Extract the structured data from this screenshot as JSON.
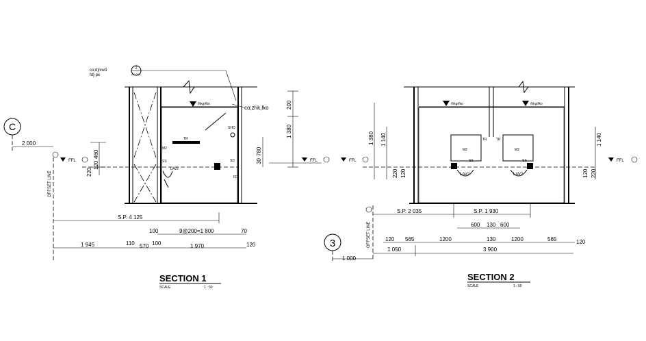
{
  "grid_marks": {
    "left": "C",
    "right": "3"
  },
  "section1": {
    "title": "SECTION  1",
    "scale_label": "SCALE",
    "scale_value": "1 : 50",
    "callout_number": "2",
    "callout_ref": "A7-03.1",
    "note_top_line1": "co;d]/vw3",
    "note_top_line2": "fd]-pe",
    "note_right": "co;zhk,lko",
    "level_tag": "/hkgrfko",
    "offset_line": "OFFSET LINE",
    "offset_dim": "2 000",
    "ffl_left": "FFL",
    "ffl_right": "FFL",
    "fixture_tr": "TR",
    "fixture_m2": "M2",
    "fixture_sho": "SHO",
    "fixture_sd": "SD",
    "fixture_ss": "SS",
    "fixture_lav": "LAV2",
    "fixture_fd": "FD",
    "dim_sp": "S.P. 4 125",
    "dim_100": "100",
    "dim_tiles": "9@200=1 800",
    "dim_70": "70",
    "dim_1945": "1 945",
    "dim_110": "110",
    "dim_570": "570",
    "dim_100b": "100",
    "dim_1970": "1 970",
    "dim_120": "120",
    "dim_460": "460",
    "dim_220": "220",
    "dim_120v": "120",
    "dim_200": "200",
    "dim_1380": "1 380",
    "dim_780": "780",
    "dim_30": "30"
  },
  "section2": {
    "title": "SECTION  2",
    "scale_label": "SCALE",
    "scale_value": "1 : 50",
    "level_tag_a": "/hkgrfko",
    "level_tag_b": "/hkgrfko",
    "offset_line": "OFFSET LINE",
    "offset_dim": "1 000",
    "ffl_left": "FFL",
    "ffl_right": "FFL",
    "fixture_m2a": "M2",
    "fixture_m2b": "M2",
    "fixture_tra": "TR",
    "fixture_trb": "TR",
    "fixture_ssa": "SS",
    "fixture_ssb": "SS",
    "fixture_lava": "LAV2",
    "fixture_lavb": "LAV2",
    "dim_sp1": "S.P. 2 035",
    "dim_sp2": "S.P. 1 930",
    "dim_600a": "600",
    "dim_130a": "130",
    "dim_600b": "600",
    "dim_120a": "120",
    "dim_565a": "565",
    "dim_1200a": "1200",
    "dim_130b": "130",
    "dim_1200b": "1200",
    "dim_565b": "565",
    "dim_120b": "120",
    "dim_1050": "1 050",
    "dim_3900": "3 900",
    "dim_1380": "1 380",
    "dim_1140l": "1 140",
    "dim_220": "220",
    "dim_120v": "120",
    "dim_1140r": "1 140",
    "dim_120r": "120",
    "dim_220r": "220"
  }
}
